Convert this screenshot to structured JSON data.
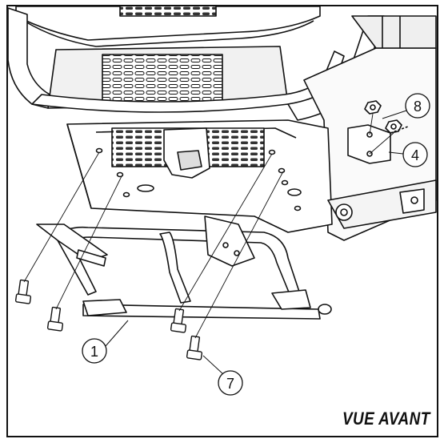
{
  "view_label": "VUE AVANT",
  "callouts": [
    {
      "id": "c8",
      "number": "8"
    },
    {
      "id": "c4",
      "number": "4"
    },
    {
      "id": "c1",
      "number": "1"
    },
    {
      "id": "c7",
      "number": "7"
    }
  ],
  "colors": {
    "line": "#111111",
    "fill": "#ffffff",
    "shade": "#d9d9d9",
    "dark": "#555555"
  }
}
